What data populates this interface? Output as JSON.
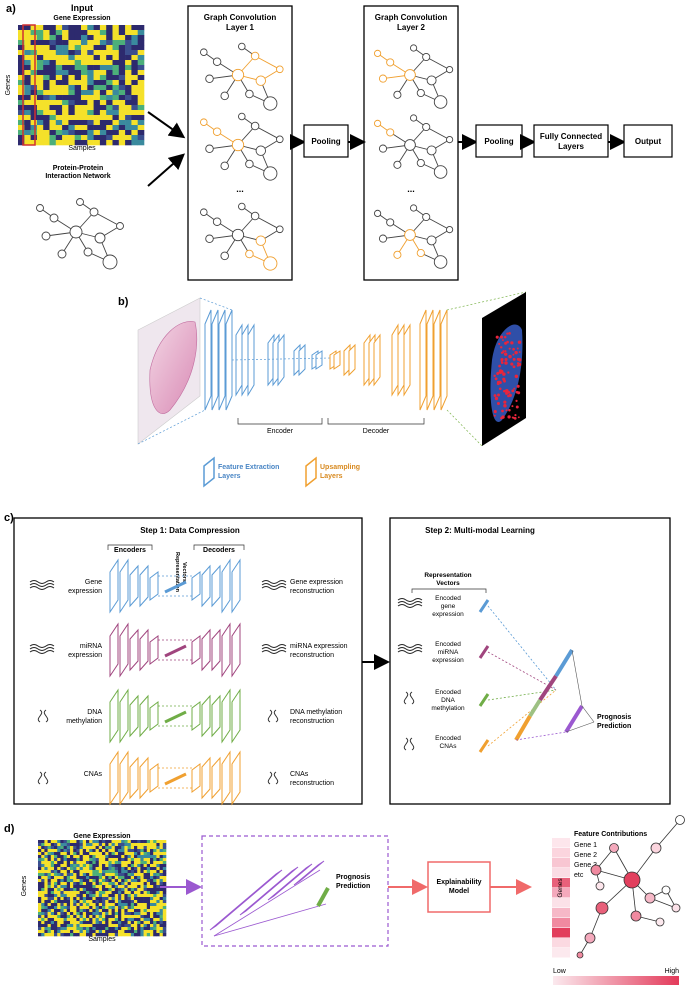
{
  "panel_a": {
    "label": "a)",
    "input_title": "Input",
    "heatmap_title": "Gene Expression",
    "genes_label": "Genes",
    "samples_label": "Samples",
    "ppi_title_1": "Protein-Protein",
    "ppi_title_2": "Interaction Network",
    "gc1_title_1": "Graph Convolution",
    "gc1_title_2": "Layer 1",
    "gc2_title_1": "Graph Convolution",
    "gc2_title_2": "Layer 2",
    "ellipsis": "...",
    "pooling": "Pooling",
    "fc_1": "Fully Connected",
    "fc_2": "Layers",
    "output": "Output"
  },
  "panel_b": {
    "label": "b)",
    "encoder": "Encoder",
    "decoder": "Decoder",
    "legend_fe_1": "Feature Extraction",
    "legend_fe_2": "Layers",
    "legend_up_1": "Upsampling",
    "legend_up_2": "Layers"
  },
  "panel_c": {
    "label": "c)",
    "step1": "Step 1: Data Compression",
    "step2": "Step 2: Multi-modal Learning",
    "encoders": "Encoders",
    "decoders": "Decoders",
    "rep_vectors_vertical_1": "Representation",
    "rep_vectors_vertical_2": "Vectors",
    "rep_vectors_1": "Representation",
    "rep_vectors_2": "Vectors",
    "inputs": [
      {
        "l1": "Gene",
        "l2": "expression"
      },
      {
        "l1": "miRNA",
        "l2": "expression"
      },
      {
        "l1": "DNA",
        "l2": "methylation"
      },
      {
        "l1": "CNAs",
        "l2": ""
      }
    ],
    "outputs": [
      {
        "l1": "Gene expression",
        "l2": "reconstruction"
      },
      {
        "l1": "miRNA expression",
        "l2": "reconstruction"
      },
      {
        "l1": "DNA methylation",
        "l2": "reconstruction"
      },
      {
        "l1": "CNAs",
        "l2": "reconstruction"
      }
    ],
    "encoded": [
      {
        "l1": "Encoded",
        "l2": "gene",
        "l3": "expression"
      },
      {
        "l1": "Encoded",
        "l2": "miRNA",
        "l3": "expression"
      },
      {
        "l1": "Encoded",
        "l2": "DNA",
        "l3": "methylation"
      },
      {
        "l1": "Encoded",
        "l2": "CNAs",
        "l3": ""
      }
    ],
    "prognosis_1": "Prognosis",
    "prognosis_2": "Prediction"
  },
  "panel_d": {
    "label": "d)",
    "heatmap_title": "Gene Expression",
    "genes_label": "Genes",
    "samples_label": "Samples",
    "prognosis_1": "Prognosis",
    "prognosis_2": "Prediction",
    "explain_1": "Explainability",
    "explain_2": "Model",
    "feature_contrib": "Feature Contributions",
    "genes_list": [
      "Gene 1",
      "Gene 2",
      "Gene 3",
      "etc"
    ],
    "genes_vertical": "Genes",
    "low": "Low",
    "high": "High"
  },
  "colors": {
    "blue": "#5b9bd5",
    "purple_red": "#a0457e",
    "green": "#70ad47",
    "orange": "#f0a030",
    "violet": "#9b59d0",
    "coral": "#f06a6a",
    "heat_yellow": "#f5e12a",
    "heat_navy": "#2d2a6e",
    "heat_teal": "#3a8a9e"
  }
}
